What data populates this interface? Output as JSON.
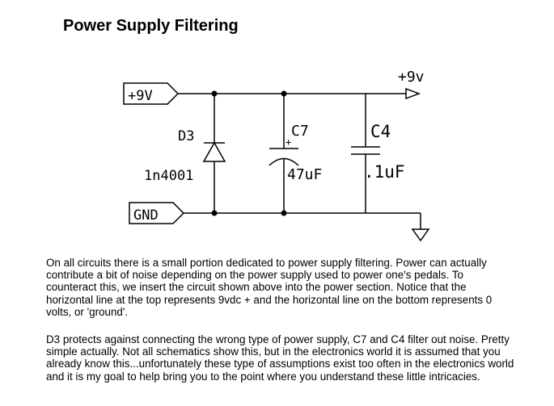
{
  "title": "Power Supply Filtering",
  "schematic": {
    "input_label": "+9V",
    "output_label": "+9v",
    "ground_label": "GND",
    "diode_ref": "D3",
    "diode_value": "1n4001",
    "cap1_ref": "C7",
    "cap1_polarity": "+",
    "cap1_value": "47uF",
    "cap2_ref": "C4",
    "cap2_value": ".1uF"
  },
  "paragraphs": [
    "On all circuits there is a small portion dedicated to power supply filtering. Power can actually contribute a bit of noise depending on the power supply used to power one's pedals. To counteract this, we insert the circuit shown above into the power section. Notice that the horizontal line at the top represents 9vdc + and the horizontal line on the bottom represents 0 volts, or 'ground'.",
    "D3 protects against connecting the wrong type of power supply, C7 and C4 filter out noise. Pretty simple actually. Not all schematics show this, but in the electronics world it is assumed that you already know this...unfortunately these type of assumptions exist too often in the electronics world and it is my goal to help bring you to the point where you understand these little intricacies."
  ]
}
